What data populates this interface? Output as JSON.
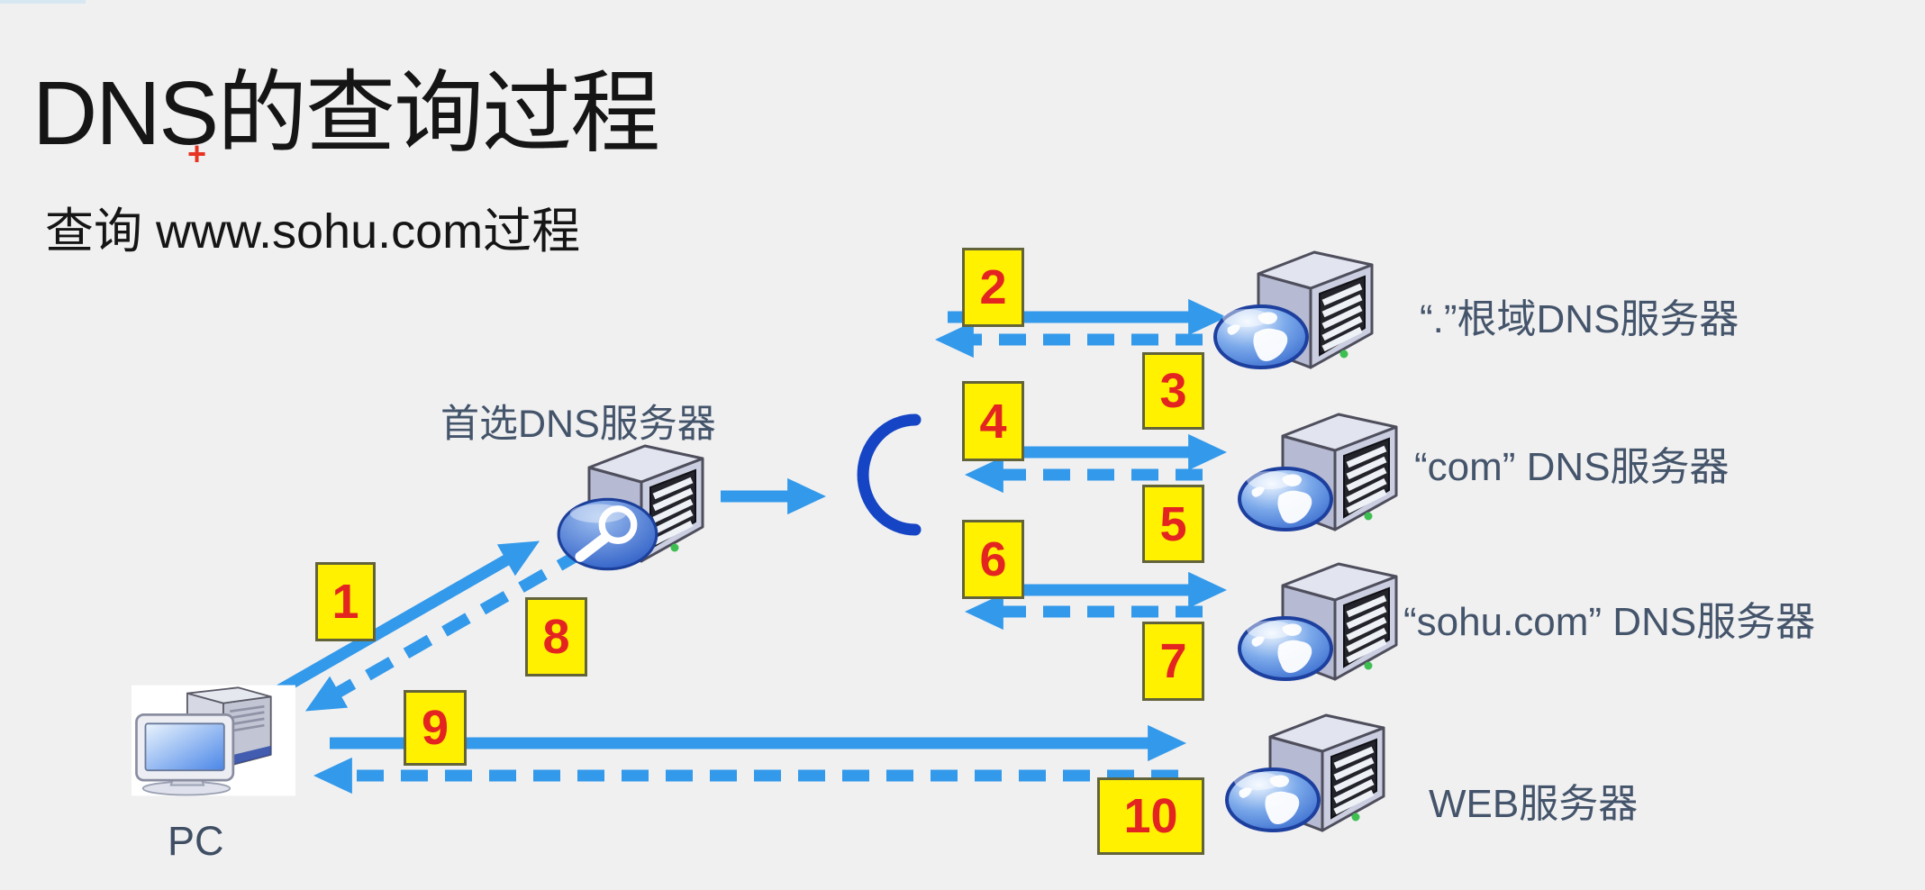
{
  "page": {
    "background": "#f0f0f1"
  },
  "header": {
    "title": "DNS的查询过程",
    "plus_marker": "+",
    "subtitle": "查询 www.sohu.com过程"
  },
  "nodes": {
    "pc": {
      "label": "PC"
    },
    "preferred_dns": {
      "label": "首选DNS服务器"
    },
    "root_dns": {
      "label": "“.”根域DNS服务器"
    },
    "com_dns": {
      "label": "“com” DNS服务器"
    },
    "sohu_dns": {
      "label": "“sohu.com” DNS服务器"
    },
    "web_server": {
      "label": "WEB服务器"
    }
  },
  "steps": [
    "1",
    "2",
    "3",
    "4",
    "5",
    "6",
    "7",
    "8",
    "9",
    "10"
  ],
  "icons": {
    "pc": "desktop-computer-icon",
    "dns_server": "server-globe-icon",
    "preferred_dns_server": "server-magnifier-icon",
    "aggregator": "arc-bracket-shape"
  },
  "colors": {
    "background": "#f0f0f1",
    "step_box_bg": "#fff100",
    "step_box_border": "#63633a",
    "step_number": "#e32421",
    "arrow_blue": "#3399ea",
    "arc_blue": "#1545c5",
    "label_text": "#44546a",
    "title_text": "#151515",
    "plus_red": "#e63322"
  }
}
